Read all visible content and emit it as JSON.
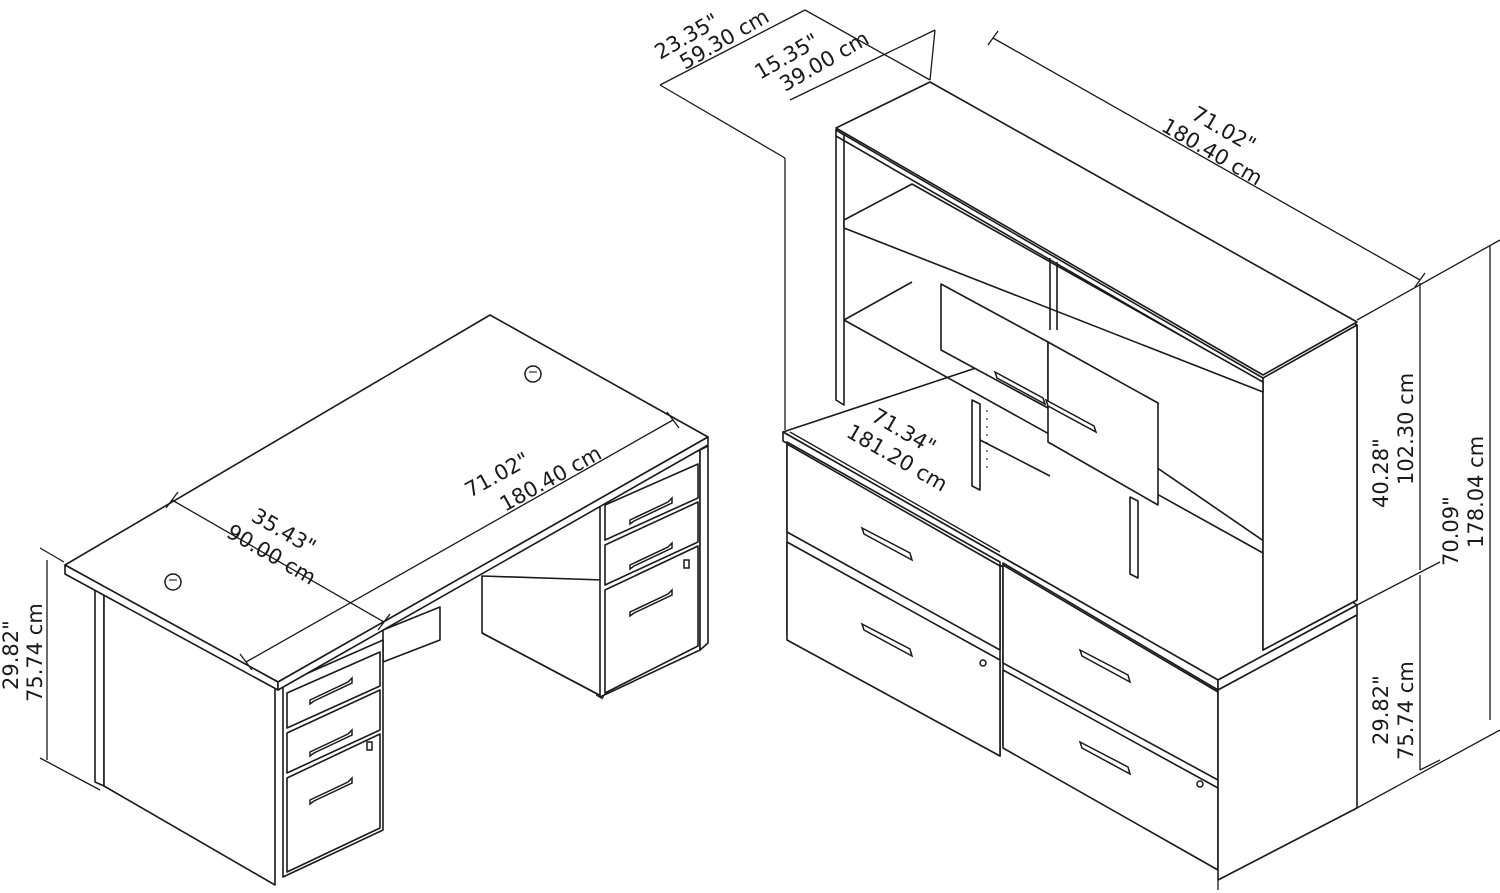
{
  "desk": {
    "width": {
      "in": "71.02\"",
      "cm": "180.40 cm"
    },
    "depth": {
      "in": "35.43\"",
      "cm": "90.00 cm"
    },
    "height": {
      "in": "29.82\"",
      "cm": "75.74 cm"
    }
  },
  "hutch_set": {
    "overall_depth": {
      "in": "23.35\"",
      "cm": "59.30 cm"
    },
    "hutch_depth": {
      "in": "15.35\"",
      "cm": "39.00 cm"
    },
    "hutch_width": {
      "in": "71.02\"",
      "cm": "180.40 cm"
    },
    "credenza_width": {
      "in": "71.34\"",
      "cm": "181.20 cm"
    },
    "hutch_height": {
      "in": "40.28\"",
      "cm": "102.30 cm"
    },
    "total_height": {
      "in": "70.09\"",
      "cm": "178.04 cm"
    },
    "credenza_height": {
      "in": "29.82\"",
      "cm": "75.74 cm"
    }
  }
}
